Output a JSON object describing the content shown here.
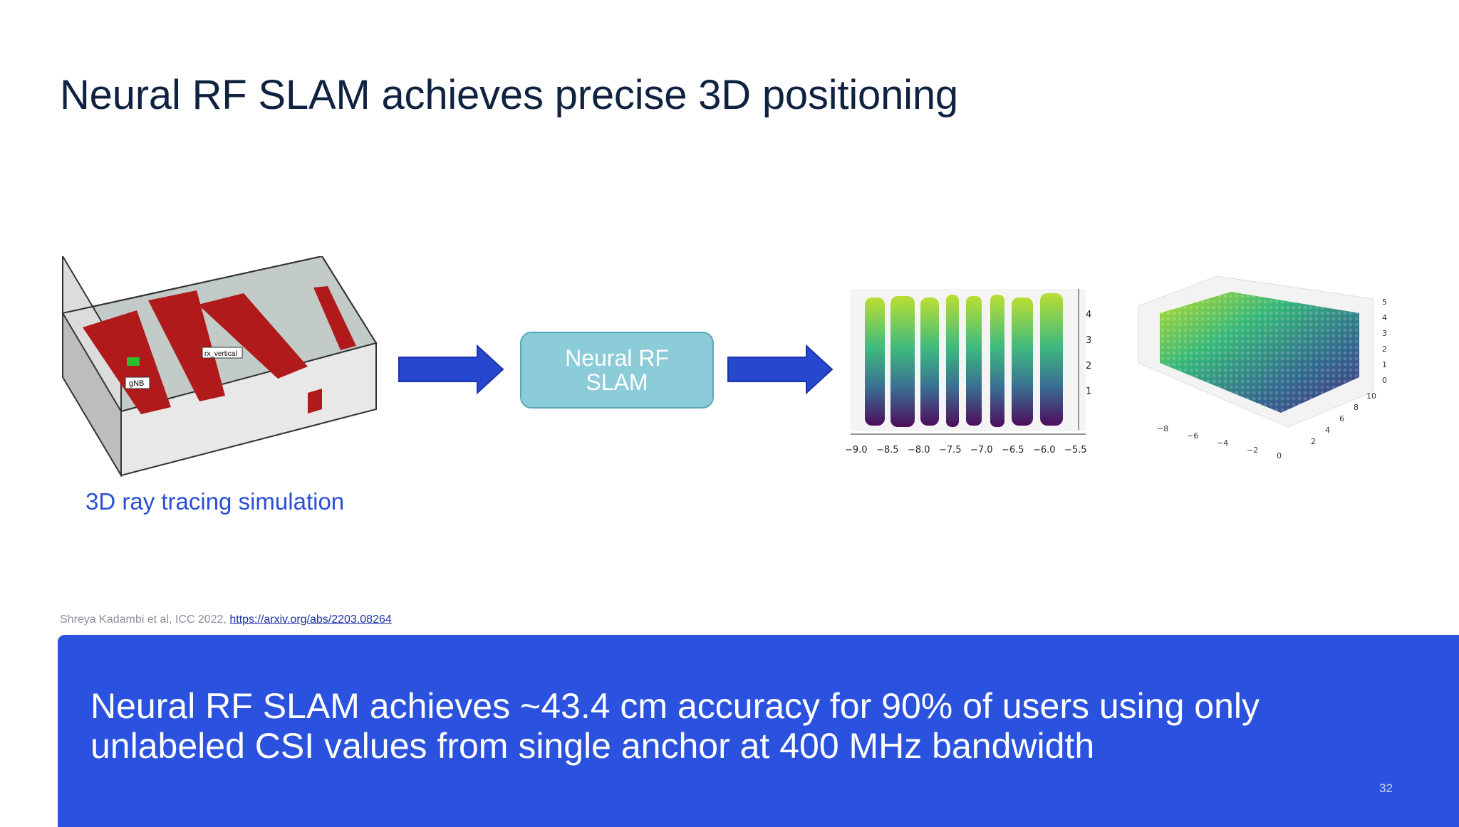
{
  "slide": {
    "title": "Neural RF SLAM achieves precise 3D positioning",
    "room_caption": "3D ray tracing simulation",
    "room_labels": {
      "tx": "gNB",
      "rx": "rx_vertical"
    },
    "process_box": {
      "line1": "Neural RF",
      "line2": "SLAM"
    },
    "plot2d_xticks": [
      "−9.0",
      "−8.5",
      "−8.0",
      "−7.5",
      "−7.0",
      "−6.5",
      "−6.0",
      "−5.5"
    ],
    "plot2d_yticks": [
      "4",
      "3",
      "2",
      "1"
    ],
    "plot3d_xticks": [
      "−8",
      "−6",
      "−4",
      "−2",
      "0"
    ],
    "plot3d_yticks": [
      "2",
      "4",
      "6",
      "8",
      "10"
    ],
    "plot3d_zticks": [
      "5",
      "4",
      "3",
      "2",
      "1",
      "0"
    ],
    "citation_text": "Shreya Kadambi et al, ICC 2022, ",
    "citation_link": "https://arxiv.org/abs/2203.08264",
    "banner_text": "Neural RF SLAM achieves ~43.4 cm accuracy for 90% of users using only unlabeled CSI values from single anchor at 400 MHz bandwidth",
    "page_number": "32"
  },
  "colors": {
    "title": "#0f2240",
    "accent_blue": "#2a52de",
    "slam_box": "#8ccbd8",
    "wall_red": "#b11a1a"
  },
  "icons": {
    "arrows": "right-arrow-icon"
  }
}
